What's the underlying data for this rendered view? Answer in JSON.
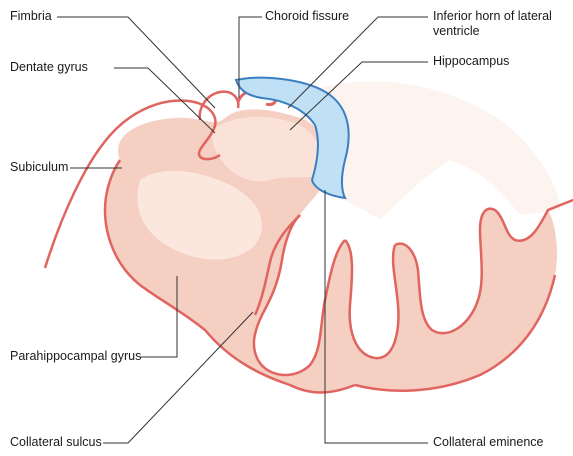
{
  "colors": {
    "tissue": "#f4cfc2",
    "tissue_light": "#fbe6de",
    "tissue_edge": "#e0645f",
    "ventricle_fill": "#bfe0f5",
    "ventricle_edge": "#3a7fc1",
    "leader_line": "#333333"
  },
  "labels": {
    "fimbria": "Fimbria",
    "dentate_gyrus": "Dentate gyrus",
    "subiculum": "Subiculum",
    "parahippocampal_gyrus": "Parahippocampal gyrus",
    "collateral_sulcus": "Collateral sulcus",
    "choroid_fissure": "Choroid fissure",
    "inferior_horn": "Inferior horn of lateral ventricle",
    "hippocampus": "Hippocampus",
    "collateral_eminence": "Collateral eminence"
  }
}
